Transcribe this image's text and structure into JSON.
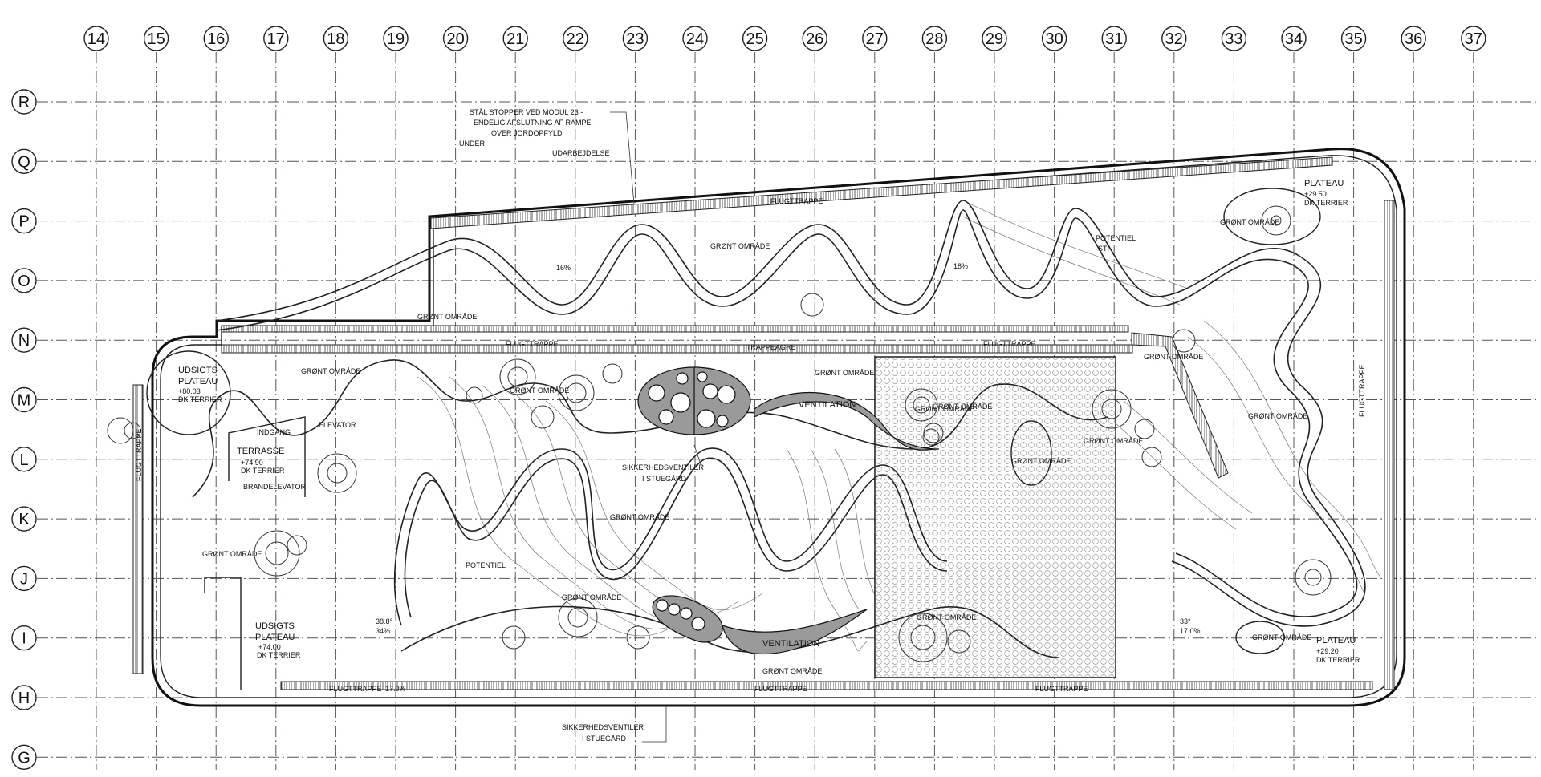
{
  "grid": {
    "columns": [
      "14",
      "15",
      "16",
      "17",
      "18",
      "19",
      "20",
      "21",
      "22",
      "23",
      "24",
      "25",
      "26",
      "27",
      "28",
      "29",
      "30",
      "31",
      "32",
      "33",
      "34",
      "35",
      "36",
      "37"
    ],
    "rows": [
      "R",
      "Q",
      "P",
      "O",
      "N",
      "M",
      "L",
      "K",
      "J",
      "I",
      "H",
      "G"
    ]
  },
  "notes": {
    "steel_note_1": "STÅL STOPPER VED MODUL 23 -",
    "steel_note_2": "ENDELIG AFSLUTNING AF RAMPE",
    "steel_note_3": "OVER JORDOPFYLD",
    "under": "UNDER",
    "udarbejdelse": "UDARBEJDELSE"
  },
  "areas": {
    "udsigts_top_1": "UDSIGTS",
    "udsigts_top_2": "PLATEAU",
    "udsigts_top_3": "+80.03",
    "udsigts_top_4": "DK TERRIER",
    "terrasse_1": "TERRASSE",
    "terrasse_2": "+74.90",
    "terrasse_3": "DK TERRIER",
    "udsigts_bot_1": "UDSIGTS",
    "udsigts_bot_2": "PLATEAU",
    "udsigts_bot_3": "+74.00",
    "udsigts_bot_4": "DK TERRIER",
    "plateau_top_1": "PLATEAU",
    "plateau_top_2": "+29.50",
    "plateau_top_3": "DK TERRIER",
    "plateau_bot_1": "PLATEAU",
    "plateau_bot_2": "+29.20",
    "plateau_bot_3": "DK TERRIER"
  },
  "labels": {
    "gront_omrade": "GRØNT OMRÅDE",
    "potentiel_sti": "POTENTIEL",
    "sti": "STI",
    "flugttrappe": "FLUGTTRAPPE",
    "trappetrappe": "TRAPPEAGRE",
    "ventilation": "VENTILATION",
    "sikkerhedsventiler_1": "SIKKERHEDSVENTILER",
    "sikkerhedsventiler_2": "I STUEGÅRD",
    "indgang": "INDGANG",
    "elevator": "ELEVATOR",
    "brandelevator": "BRANDELEVATOR",
    "potentiel_lower": "POTENTIEL",
    "flugttrappe_bot": "FLUGTTRAPPE",
    "pct_1": "17.0%",
    "slope_1": "16%",
    "slope_2": "18%",
    "pct_2": "38.8°",
    "pct_3": "34%",
    "pct_4": "33°",
    "pct_5": "17.0%"
  }
}
